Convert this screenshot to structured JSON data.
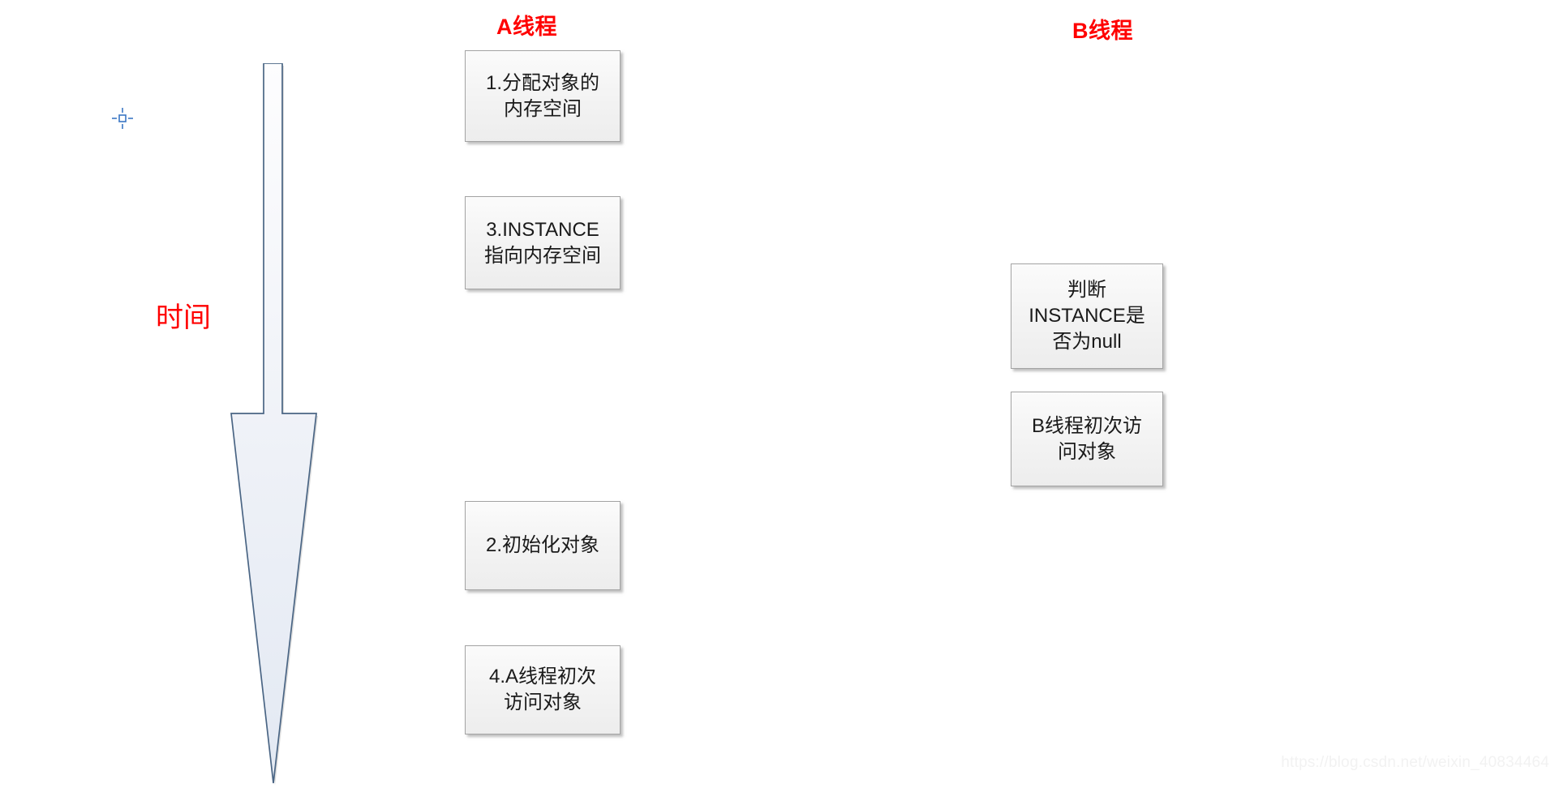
{
  "diagram": {
    "title_a": "A线程",
    "title_b": "B线程",
    "time_axis_label": "时间",
    "accent_color": "#ff0000",
    "box_border_color": "#a3a3a3",
    "arrow_stroke_color": "#4a6584",
    "arrow_fill_color": "#e8edf5",
    "marker_color": "#3a76c4"
  },
  "thread_a": {
    "header": "A线程",
    "steps": [
      {
        "id": "a1",
        "text": "1.分配对象的\n内存空间"
      },
      {
        "id": "a2",
        "text": "3.INSTANCE\n指向内存空间"
      },
      {
        "id": "a3",
        "text": "2.初始化对象"
      },
      {
        "id": "a4",
        "text": "4.A线程初次\n访问对象"
      }
    ]
  },
  "thread_b": {
    "header": "B线程",
    "steps": [
      {
        "id": "b1",
        "text": "判断\nINSTANCE是\n否为null"
      },
      {
        "id": "b2",
        "text": "B线程初次访\n问对象"
      }
    ]
  },
  "watermark": {
    "text": "https://blog.csdn.net/weixin_40834464"
  }
}
